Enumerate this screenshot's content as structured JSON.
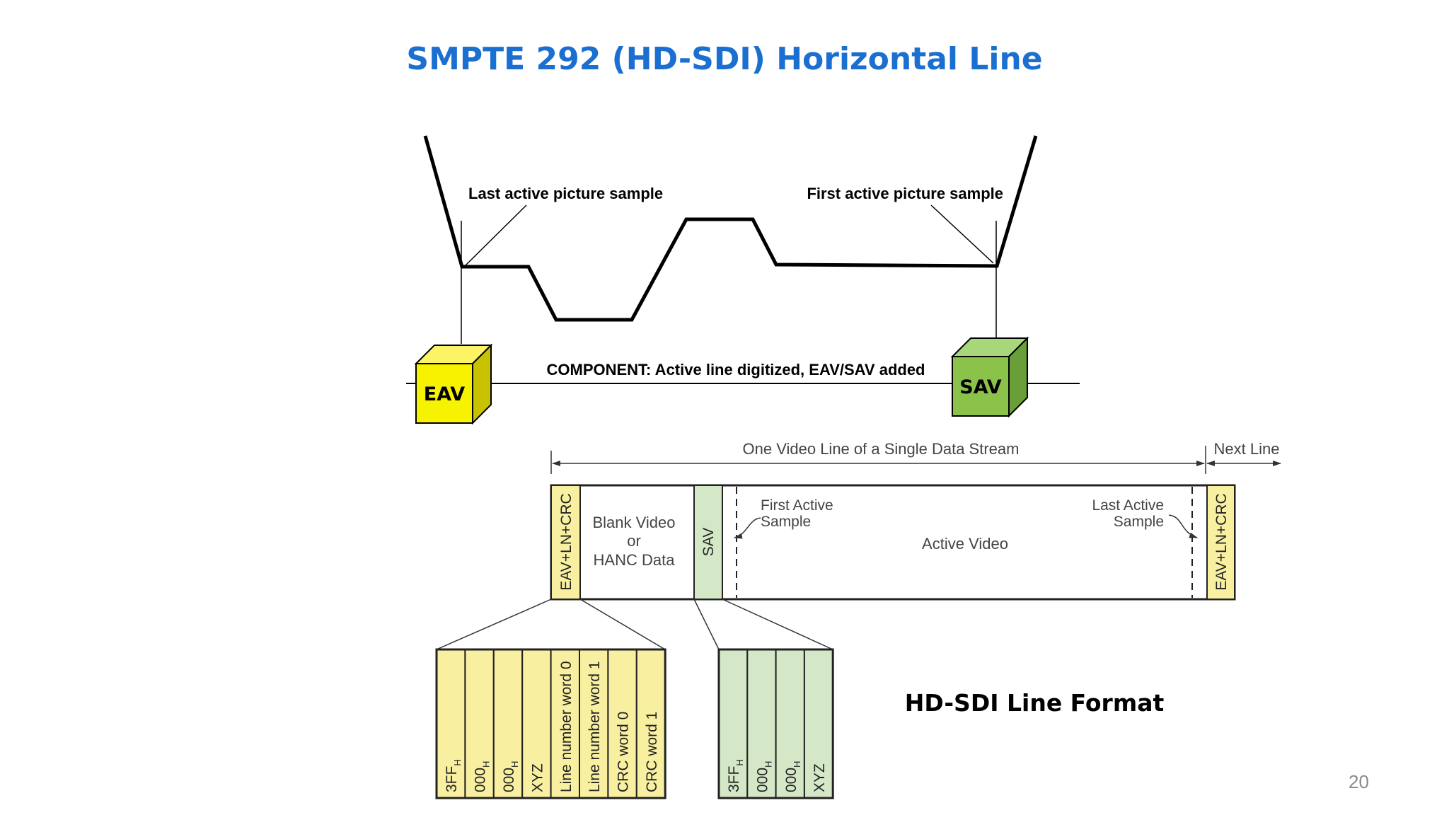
{
  "title": "SMPTE 292 (HD-SDI) Horizontal Line",
  "page_number": "20",
  "colors": {
    "title": "#1a6fd0",
    "eav_fill": "#f6f200",
    "sav_fill": "#8bc34a",
    "word_yellow": "#f8f0a0",
    "word_green": "#d4e8c8"
  },
  "waveform": {
    "last_active_label": "Last active picture sample",
    "first_active_label": "First active picture sample",
    "component_label": "COMPONENT:  Active line digitized, EAV/SAV added",
    "eav_box": "EAV",
    "sav_box": "SAV"
  },
  "line_format": {
    "one_line_label": "One Video Line of a Single Data Stream",
    "next_line_label": "Next Line",
    "eav_segment": "EAV+LN+CRC",
    "blank_video": [
      "Blank Video",
      "or",
      "HANC Data"
    ],
    "sav_segment": "SAV",
    "first_active": [
      "First Active",
      "Sample"
    ],
    "active_video": "Active Video",
    "last_active": [
      "Last Active",
      "Sample"
    ],
    "eav_segment_end": "EAV+LN+CRC",
    "format_label": "HD-SDI Line Format"
  },
  "eav_words": [
    {
      "text": "3FF",
      "sub": "H"
    },
    {
      "text": "000",
      "sub": "H"
    },
    {
      "text": "000",
      "sub": "H"
    },
    {
      "text": "XYZ",
      "sub": ""
    },
    {
      "text": "Line number word 0",
      "sub": ""
    },
    {
      "text": "Line number word 1",
      "sub": ""
    },
    {
      "text": "CRC word 0",
      "sub": ""
    },
    {
      "text": "CRC word 1",
      "sub": ""
    }
  ],
  "sav_words": [
    {
      "text": "3FF",
      "sub": "H"
    },
    {
      "text": "000",
      "sub": "H"
    },
    {
      "text": "000",
      "sub": "H"
    },
    {
      "text": "XYZ",
      "sub": ""
    }
  ]
}
